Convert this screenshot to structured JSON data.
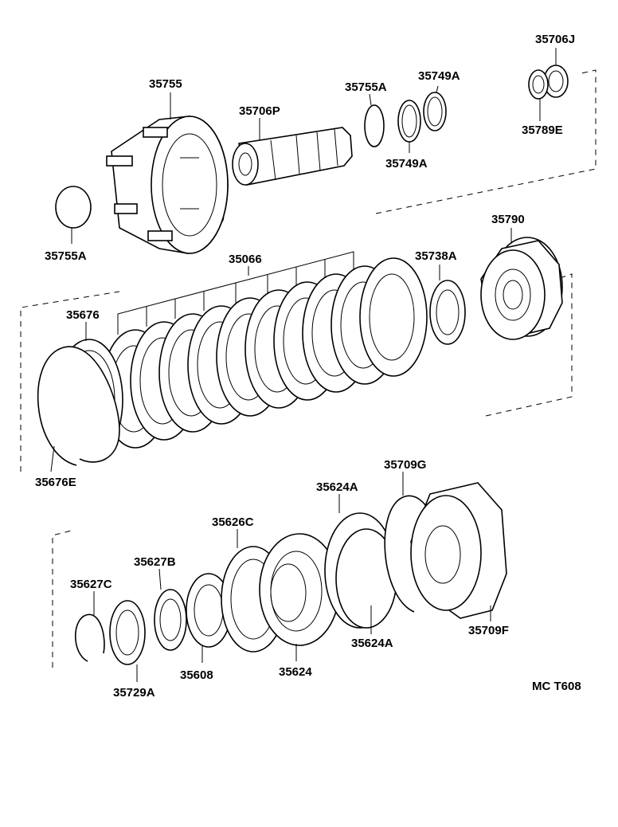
{
  "diagram": {
    "labels": {
      "p35706J": "35706J",
      "p35749A_top": "35749A",
      "p35755": "35755",
      "p35755A_top": "35755A",
      "p35706P": "35706P",
      "p35749A_bottom": "35749A",
      "p35789E": "35789E",
      "p35755A_left": "35755A",
      "p35790": "35790",
      "p35066": "35066",
      "p35738A": "35738A",
      "p35676": "35676",
      "p35676E": "35676E",
      "p35709G": "35709G",
      "p35624A_top": "35624A",
      "p35626C": "35626C",
      "p35627B": "35627B",
      "p35627C": "35627C",
      "p35608": "35608",
      "p35624": "35624",
      "p35729A": "35729A",
      "p35624A_bottom": "35624A",
      "p35709F": "35709F"
    },
    "code": "MC  T608"
  }
}
